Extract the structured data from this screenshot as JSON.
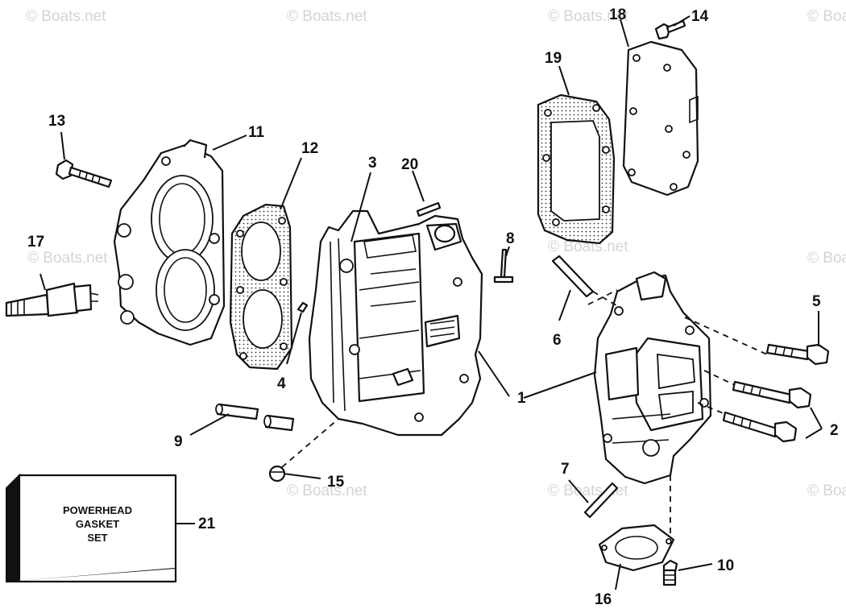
{
  "watermark": "© Boats.net",
  "gasket_set_label": [
    "POWERHEAD",
    "GASKET",
    "SET"
  ],
  "callouts": [
    "1",
    "2",
    "3",
    "4",
    "5",
    "6",
    "7",
    "8",
    "9",
    "10",
    "11",
    "12",
    "13",
    "14",
    "15",
    "16",
    "17",
    "18",
    "19",
    "20",
    "21"
  ],
  "colors": {
    "ink": "#111111",
    "paper": "#ffffff",
    "watermark": "#d4d4d4",
    "gasket_fill": "#e6e6e6"
  },
  "icons": [
    "crankcase",
    "cylinder-head",
    "head-gasket",
    "exhaust-cover",
    "exhaust-cover-gasket",
    "intake-manifold",
    "spark-plug",
    "bolt",
    "dowel-pin",
    "cover-plate",
    "gasket-set-box"
  ]
}
